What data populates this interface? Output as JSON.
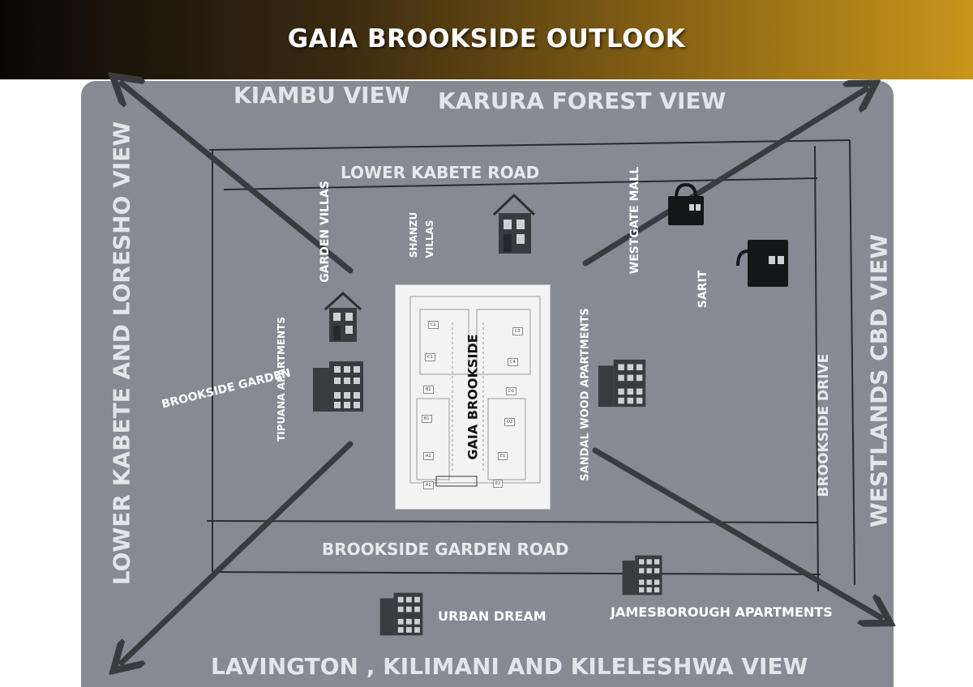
{
  "header": {
    "title": "GAIA BROOKSIDE OUTLOOK"
  },
  "views": {
    "north_left": "KIAMBU VIEW",
    "north_right": "KARURA FOREST VIEW",
    "west": "LOWER KABETE AND LORESHO VIEW",
    "east": "WESTLANDS CBD VIEW",
    "south": "LAVINGTON , KILIMANI AND KILELESHWA VIEW"
  },
  "roads": {
    "top": "LOWER  KABETE ROAD",
    "bottom": "BROOKSIDE GARDEN ROAD",
    "right": "BROOKSIDE DRIVE"
  },
  "places": {
    "garden_villas": "GARDEN VILLAS",
    "shanzu_villas_line1": "SHANZU",
    "shanzu_villas_line2": "VILLAS",
    "westgate_mall": "WESTGATE MALL",
    "sarit": "SARIT",
    "tipuana_apartments": "TIPUANA APARTMENTS",
    "brookside_garden": "BROOKSIDE GARDEN",
    "sandal_wood_apartments": "SANDAL WOOD APARTMENTS",
    "urban_dream": "URBAN DREAM",
    "jamesborough_apartments": "JAMESBOROUGH  APARTMENTS"
  },
  "site_plan": {
    "title": "GAIA BROOKSIDE",
    "units": [
      "C2",
      "C3",
      "C1",
      "C4",
      "B2",
      "D1",
      "B1",
      "D2",
      "A2",
      "E1",
      "A1",
      "E2"
    ]
  },
  "icons": {
    "house": "house-icon",
    "building": "apartment-building-icon",
    "shopping_bag": "shopping-bag-icon",
    "arrow": "direction-arrow-icon"
  },
  "colors": {
    "map_background": "#878a92",
    "road_line": "#2a2b2e",
    "arrow": "#3a3b3e",
    "label": "#e6e7ea",
    "header_gold": "#c8961a"
  }
}
